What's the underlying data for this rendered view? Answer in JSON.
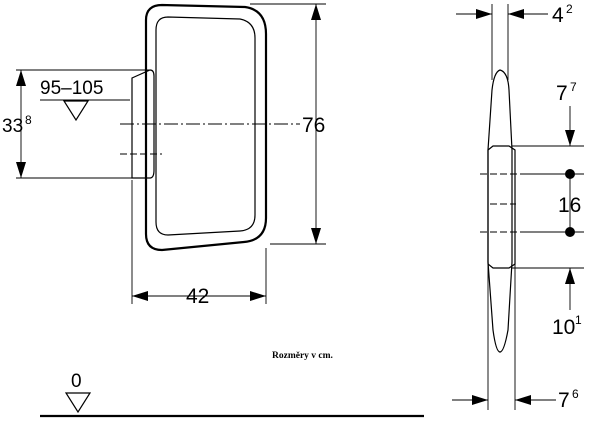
{
  "front_view": {
    "height_range_label": "95–105",
    "center_height_label": "33",
    "center_height_sup": "8",
    "total_height_label": "76",
    "width_label": "42"
  },
  "side_view": {
    "top_thickness_label": "4",
    "top_thickness_sup": "2",
    "upper_offset_label": "7",
    "upper_offset_sup": "7",
    "fixing_spacing_label": "16",
    "lower_offset_label": "10",
    "lower_offset_sup": "1",
    "base_thickness_label": "7",
    "base_thickness_sup": "6"
  },
  "floor_level_label": "0",
  "units_note": "Rozměry v cm."
}
